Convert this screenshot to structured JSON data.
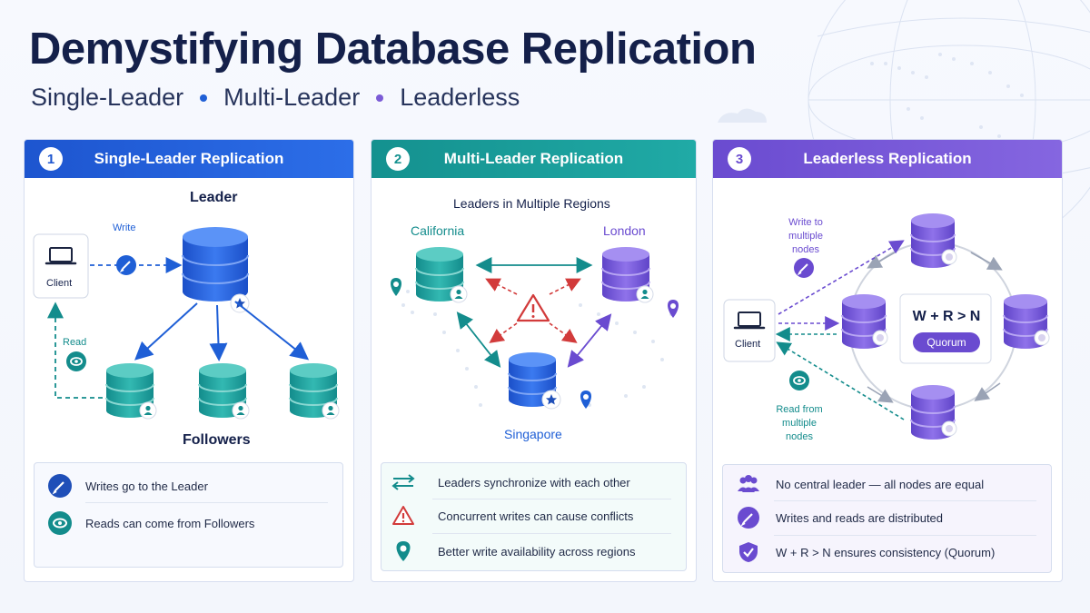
{
  "header": {
    "title": "Demystifying Database Replication",
    "subtitle": [
      "Single-Leader",
      "Multi-Leader",
      "Leaderless"
    ]
  },
  "colors": {
    "blue": "#1f5fd6",
    "teal": "#17a0a0",
    "purple": "#7b5bd6",
    "navy": "#14204a",
    "red": "#d23b3b"
  },
  "panels": [
    {
      "number": "1",
      "title": "Single-Leader Replication",
      "leader_label": "Leader",
      "followers_label": "Followers",
      "client_label": "Client",
      "write_label": "Write",
      "read_label": "Read",
      "legend": [
        {
          "icon": "pencil-icon",
          "text": "Writes go to the Leader"
        },
        {
          "icon": "eye-icon",
          "text": "Reads can come from Followers"
        }
      ]
    },
    {
      "number": "2",
      "title": "Multi-Leader Replication",
      "caption": "Leaders in Multiple Regions",
      "regions": [
        "California",
        "London",
        "Singapore"
      ],
      "legend": [
        {
          "icon": "bidirectional-arrow-icon",
          "text": "Leaders synchronize with each other"
        },
        {
          "icon": "warning-icon",
          "text": "Concurrent writes can cause conflicts"
        },
        {
          "icon": "location-pin-icon",
          "text": "Better write availability across regions"
        }
      ]
    },
    {
      "number": "3",
      "title": "Leaderless Replication",
      "client_label": "Client",
      "write_label": "Write to multiple nodes",
      "read_label": "Read from multiple nodes",
      "formula": "W + R > N",
      "quorum_label": "Quorum",
      "legend": [
        {
          "icon": "users-icon",
          "text": "No central leader — all nodes are equal"
        },
        {
          "icon": "pencil-icon",
          "text": "Writes and reads are distributed"
        },
        {
          "icon": "shield-check-icon",
          "text": "W + R > N ensures consistency (Quorum)"
        }
      ]
    }
  ]
}
